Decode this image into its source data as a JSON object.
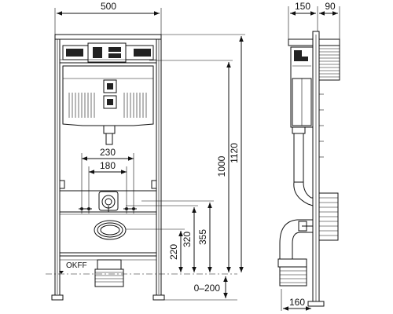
{
  "front_view": {
    "dims": {
      "width": "500",
      "d230": "230",
      "d180": "180",
      "d1000": "1000",
      "d1120": "1120",
      "d355": "355",
      "d320": "320",
      "d220": "220",
      "d0_200": "0–200"
    },
    "floor_label": "OKFF"
  },
  "side_view": {
    "dims": {
      "d150": "150",
      "d90": "90",
      "d160": "160"
    }
  }
}
